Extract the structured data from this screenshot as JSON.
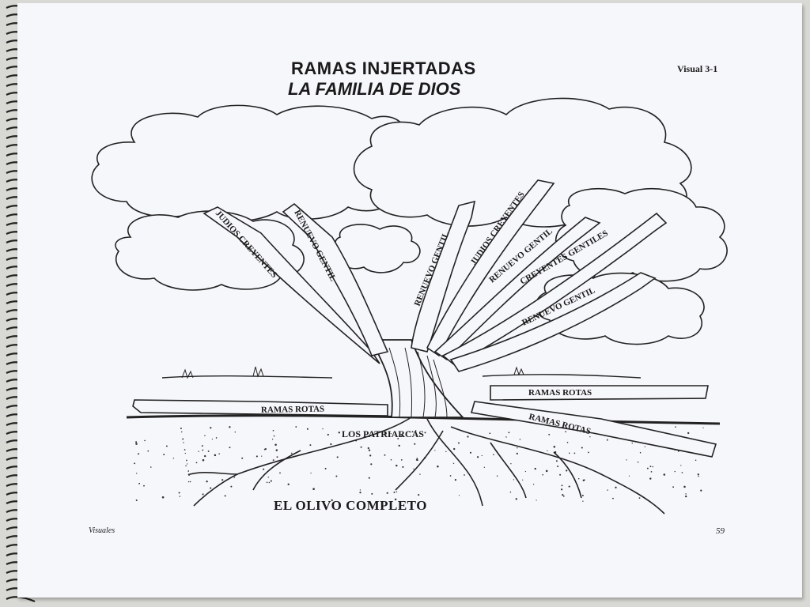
{
  "header": {
    "title_line1": "RAMAS INJERTADAS",
    "title_line2": "LA FAMILIA DE DIOS",
    "visual_ref": "Visual 3-1"
  },
  "diagram": {
    "branches_left": [
      "JUDIOS CREYENTES",
      "RENUEVO GENTIL"
    ],
    "branches_right": [
      "RENUEVO GENTIL",
      "JUDIOS CREYENTES",
      "RENUEVO GENTIL",
      "CREYENTES GENTILES",
      "RENUEVO GENTIL"
    ],
    "broken_branches": [
      "RAMAS ROTAS",
      "RAMAS ROTAS",
      "RAMAS ROTAS"
    ],
    "roots_label": "LOS PATRIARCAS",
    "caption": "EL OLIVO COMPLETO"
  },
  "footer": {
    "left": "Visuales",
    "page_number": "59"
  }
}
